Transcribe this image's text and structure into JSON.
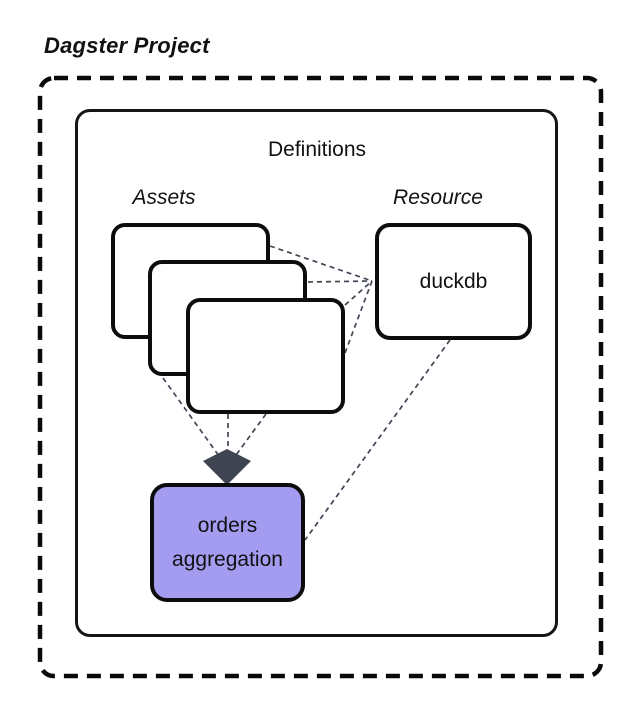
{
  "title": "Dagster Project",
  "definitions": {
    "label": "Definitions"
  },
  "assets_group": {
    "label": "Assets"
  },
  "resource_group": {
    "label": "Resource"
  },
  "nodes": {
    "duckdb": "duckdb",
    "orders_line1": "orders",
    "orders_line2": "aggregation"
  },
  "colors": {
    "highlight_node_fill": "#a49cf1",
    "connector": "#3f4654",
    "arrowhead": "#3e4450",
    "border": "#0d0d0d"
  }
}
